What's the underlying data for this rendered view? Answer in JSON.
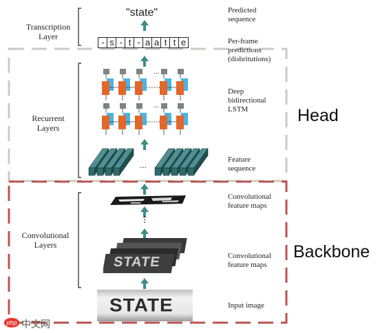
{
  "regions": {
    "head": "Head",
    "backbone": "Backbone"
  },
  "left_labels": {
    "transcription": "Transcription\nLayer",
    "recurrent": "Recurrent\nLayers",
    "convolutional": "Convolutional\nLayers"
  },
  "right_labels": {
    "predicted_sequence": "Predicted\nsequence",
    "per_frame": "Per-frame\npredictions\n(disbritutions)",
    "deep_lstm": "Deep\nbidirectional\nLSTM",
    "feature_sequence": "Feature\nsequence",
    "conv_maps_top": "Convolutional\nfeature maps",
    "conv_maps_mid": "Convolutional\nfeature maps",
    "input_image": "Input image"
  },
  "predicted_text": "\"state\"",
  "frame_predictions": [
    "-",
    "s",
    "-",
    "t",
    "-",
    "a",
    "a",
    "t",
    "t",
    "e"
  ],
  "ellipsis": "...",
  "ellipsis_small": "...",
  "input_image_text": "STATE",
  "conv_mid_text": "STATE",
  "watermark": {
    "logo": "php",
    "text": "中文网"
  },
  "colors": {
    "head_border": "#c8cbc4",
    "backbone_border": "#b9534f",
    "arrow": "#3d8d88",
    "feature_bar": "#2e6b6b",
    "lstm_orange": "#e2672a",
    "lstm_blue": "#4db3e3",
    "lstm_gray": "#808386"
  }
}
